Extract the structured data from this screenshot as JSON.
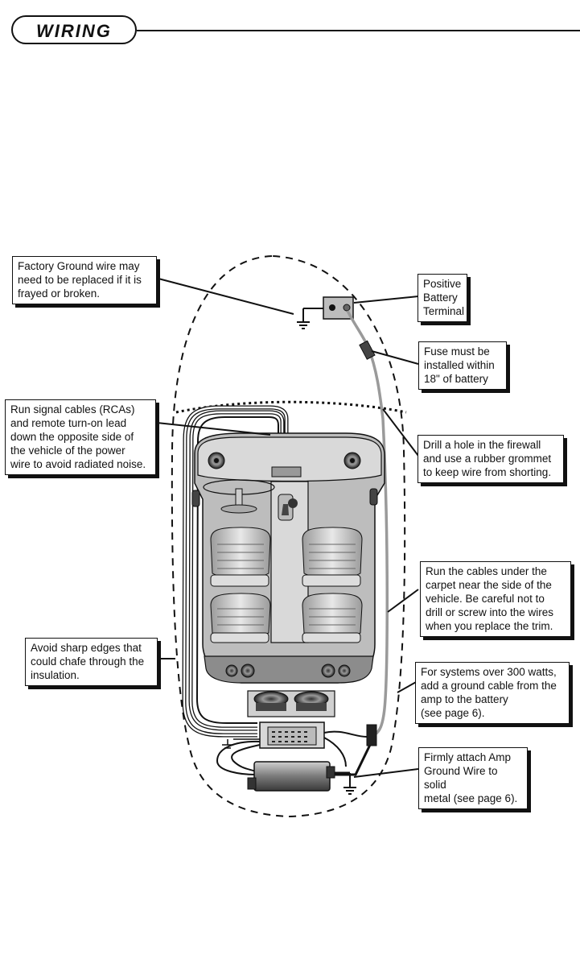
{
  "header": {
    "title": "WIRING"
  },
  "callouts": {
    "factory_ground": "Factory Ground wire may\nneed to be replaced if it is\nfrayed or broken.",
    "positive_terminal": "Positive\nBattery\nTerminal",
    "fuse": "Fuse must be\ninstalled within\n18\" of battery",
    "signal_cables": "Run signal cables (RCAs)\nand remote turn-on lead\ndown the opposite side of\nthe vehicle of the power\nwire to avoid radiated noise.",
    "firewall": "Drill a hole in the firewall\nand use a rubber grommet\nto keep wire from shorting.",
    "under_carpet": "Run the cables under the\ncarpet near the side of the\nvehicle. Be careful not to\ndrill or screw into the wires\nwhen you replace the trim.",
    "sharp_edges": "Avoid sharp edges that\ncould chafe through the\ninsulation.",
    "over_300_watts": "For systems over 300 watts,\nadd a ground cable from the\namp to the battery\n(see page 6).",
    "amp_ground": "Firmly attach Amp\nGround Wire to solid\nmetal (see page 6)."
  },
  "colors": {
    "ink": "#111111",
    "body_gray": "#bdbdbd",
    "dark_gray": "#555555",
    "power_wire": "#9a9a9a"
  }
}
